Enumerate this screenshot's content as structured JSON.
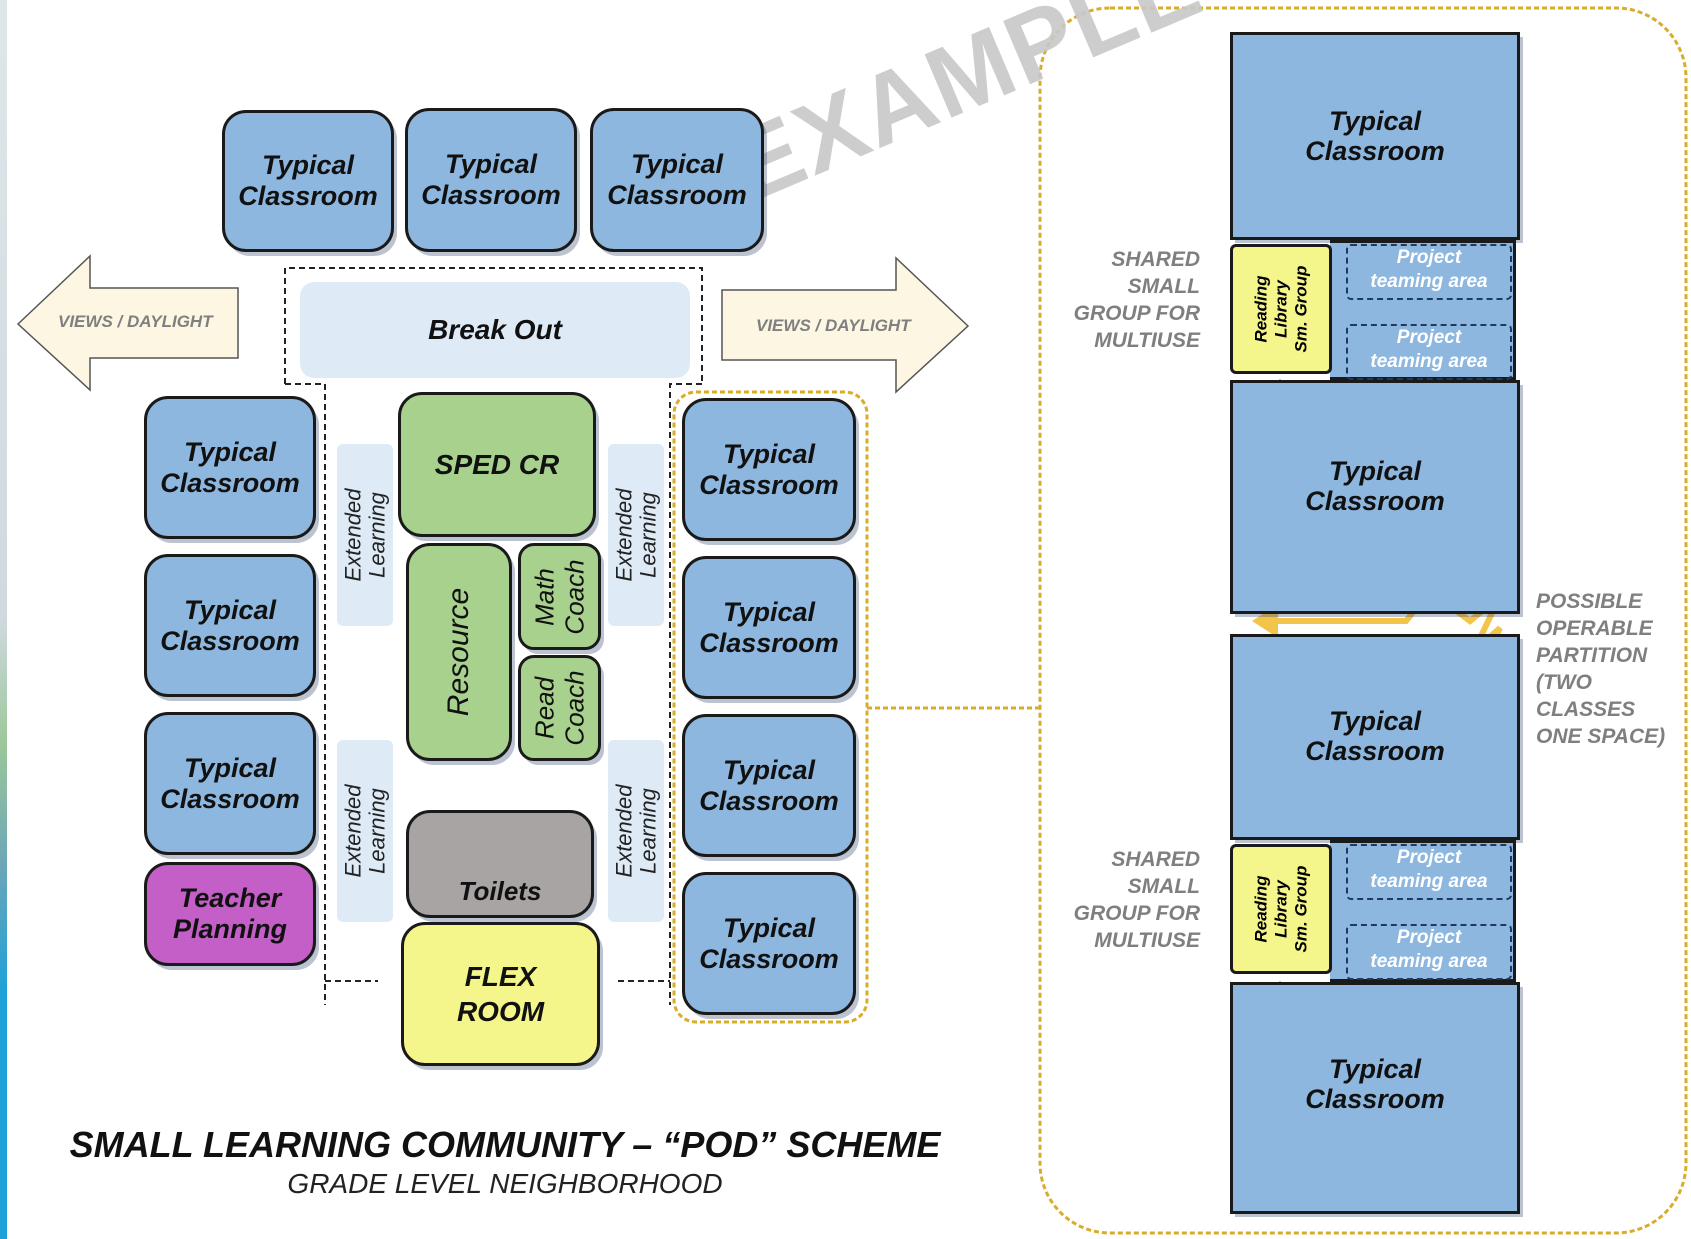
{
  "watermark": "EXAMPLE",
  "left_plan": {
    "top_classrooms": [
      "Typical\nClassroom",
      "Typical\nClassroom",
      "Typical\nClassroom"
    ],
    "views_left": "VIEWS / DAYLIGHT",
    "views_right": "VIEWS / DAYLIGHT",
    "break_out": "Break Out",
    "left_classrooms": [
      "Typical\nClassroom",
      "Typical\nClassroom",
      "Typical\nClassroom"
    ],
    "teacher_planning": "Teacher\nPlanning",
    "extended_learning": "Extended\nLearning",
    "sped": "SPED CR",
    "resource": "Resource",
    "math_coach": "Math\nCoach",
    "read_coach": "Read\nCoach",
    "toilets": "Toilets",
    "flex": "FLEX\nROOM",
    "right_classrooms": [
      "Typical\nClassroom",
      "Typical\nClassroom",
      "Typical\nClassroom",
      "Typical\nClassroom"
    ],
    "title": "SMALL LEARNING COMMUNITY – “POD” SCHEME",
    "subtitle": "GRADE LEVEL NEIGHBORHOOD"
  },
  "detail": {
    "classroom": "Typical\nClassroom",
    "shared_label": "SHARED\nSMALL\nGROUP FOR\nMULTIUSE",
    "reading": "Reading\nLibrary\nSm. Group",
    "project": "Project\nteaming area",
    "partition_label": "POSSIBLE\nOPERABLE\nPARTITION\n(TWO\nCLASSES\nONE SPACE)"
  },
  "colors": {
    "classroom": "#8db7df",
    "sped": "#a9d18e",
    "toilets": "#a8a4a4",
    "flex": "#f4f58a",
    "teacher": "#c45fc7",
    "callout_border": "#d9ac2a",
    "arrow_fill": "#fdf3dc"
  }
}
